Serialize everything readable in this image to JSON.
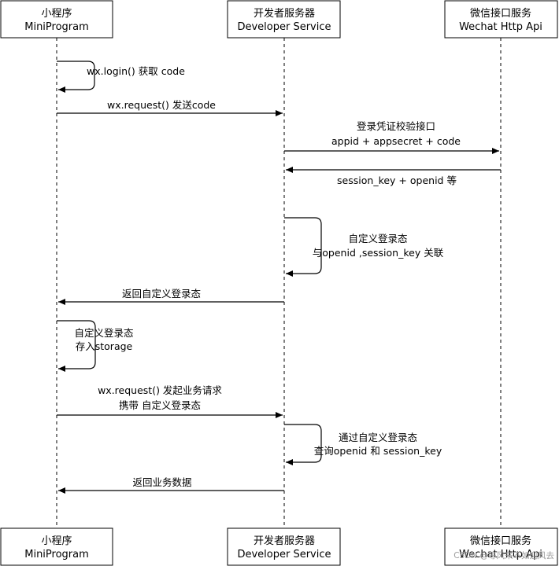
{
  "actors": [
    {
      "name_cn": "小程序",
      "name_en": "MiniProgram"
    },
    {
      "name_cn": "开发者服务器",
      "name_en": "Developer Service"
    },
    {
      "name_cn": "微信接口服务",
      "name_en": "Wechat Http Api"
    }
  ],
  "messages": [
    {
      "lines": [
        "wx.login() 获取 code"
      ]
    },
    {
      "lines": [
        "wx.request() 发送code"
      ]
    },
    {
      "lines": [
        "登录凭证校验接口",
        "appid + appsecret + code"
      ]
    },
    {
      "lines": [
        "session_key + openid 等"
      ]
    },
    {
      "lines": [
        "自定义登录态",
        "与openid ,session_key 关联"
      ]
    },
    {
      "lines": [
        "返回自定义登录态"
      ]
    },
    {
      "lines": [
        "自定义登录态",
        "存入storage"
      ]
    },
    {
      "lines": [
        "wx.request() 发起业务请求",
        "携带 自定义登录态"
      ]
    },
    {
      "lines": [
        "通过自定义登录态",
        "查询openid 和 session_key"
      ]
    },
    {
      "lines": [
        "返回业务数据"
      ]
    }
  ],
  "watermark": "CSDN @等风来不如迎风去"
}
